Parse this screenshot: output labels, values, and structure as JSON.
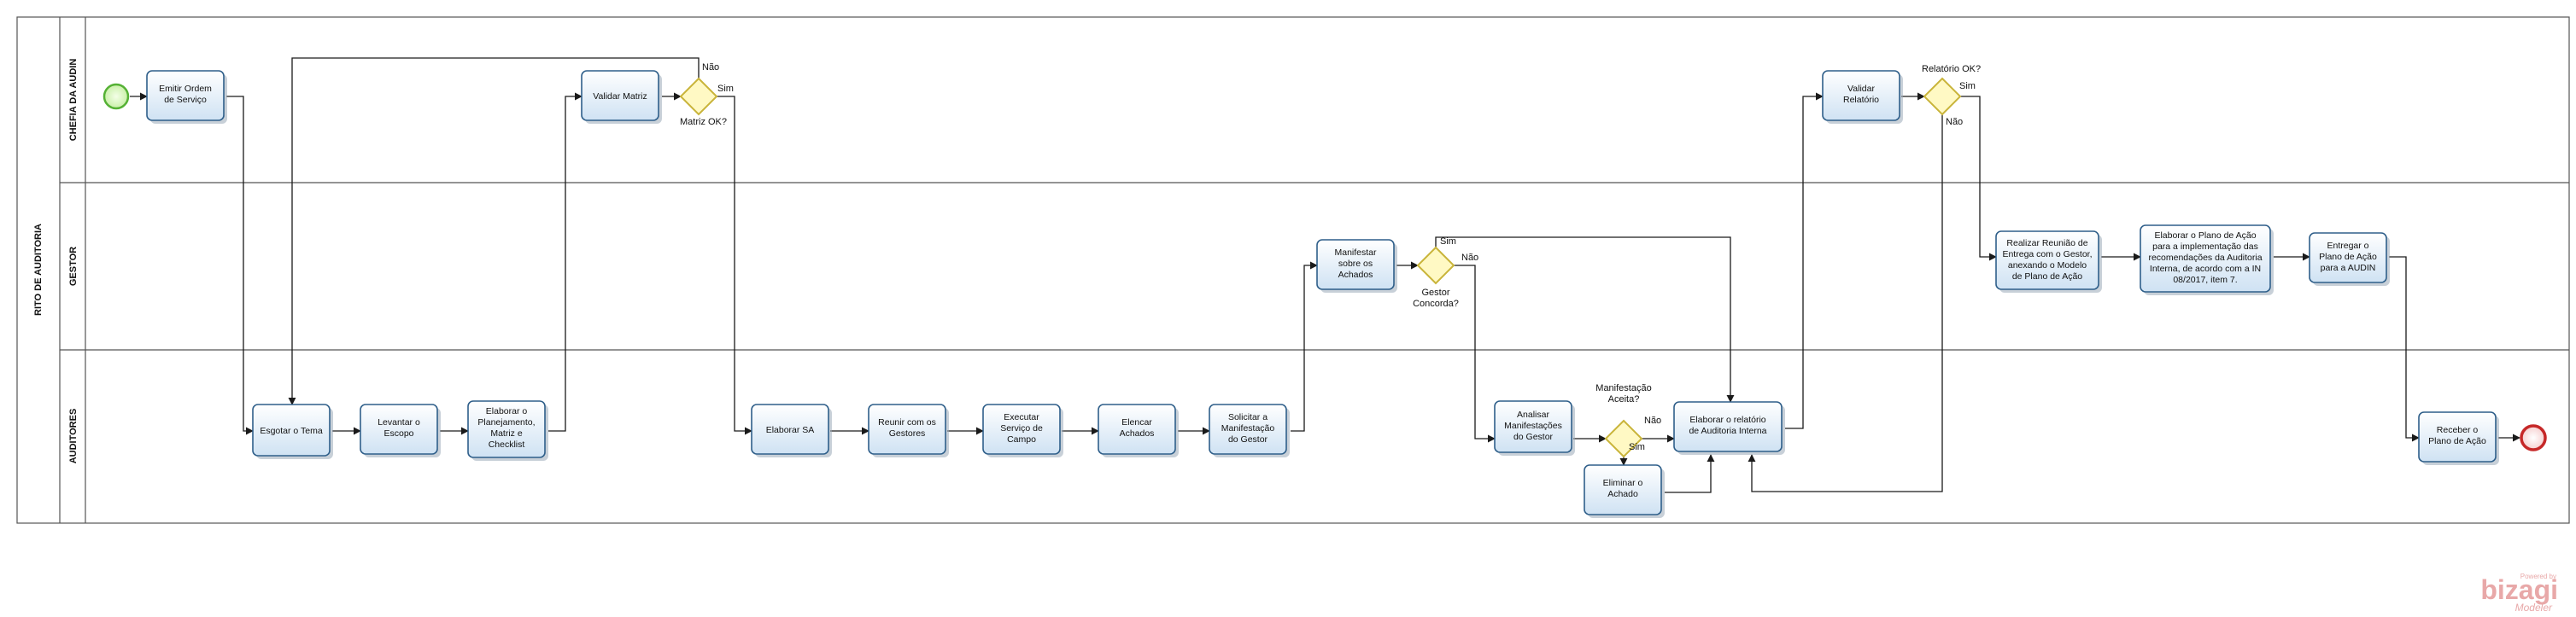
{
  "pool": {
    "title": "RITO DE AUDITORIA"
  },
  "lanes": {
    "chefia": "CHEFIA DA AUDIN",
    "gestor": "GESTOR",
    "auditores": "AUDITORES"
  },
  "tasks": {
    "emitir": [
      "Emitir Ordem",
      "de Serviço"
    ],
    "validar_matriz": [
      "Validar Matriz"
    ],
    "validar_relatorio": [
      "Validar",
      "Relatório"
    ],
    "manifestar": [
      "Manifestar",
      "sobre os",
      "Achados"
    ],
    "reuniao_entrega": [
      "Realizar Reunião de",
      "Entrega com o Gestor,",
      "anexando o Modelo",
      "de Plano de Ação"
    ],
    "elaborar_plano": [
      "Elaborar o Plano de Ação",
      "para a implementação das",
      "recomendações da Auditoria",
      "Interna, de acordo com a IN",
      "08/2017, item 7."
    ],
    "entregar_plano": [
      "Entregar o",
      "Plano de Ação",
      "para a AUDIN"
    ],
    "esgotar": [
      "Esgotar o Tema"
    ],
    "levantar": [
      "Levantar o",
      "Escopo"
    ],
    "elaborar_planejamento": [
      "Elaborar o",
      "Planejamento,",
      "Matriz e",
      "Checklist"
    ],
    "elaborar_sa": [
      "Elaborar  SA"
    ],
    "reunir": [
      "Reunir com os",
      "Gestores"
    ],
    "executar": [
      "Executar",
      "Serviço de",
      "Campo"
    ],
    "elencar": [
      "Elencar",
      "Achados"
    ],
    "solicitar": [
      "Solicitar  a",
      "Manifestação",
      "do Gestor"
    ],
    "analisar": [
      "Analisar",
      "Manifestações",
      "do Gestor"
    ],
    "elaborar_relatorio": [
      "Elaborar  o relatório",
      "de Auditoria  Interna"
    ],
    "eliminar": [
      "Eliminar o",
      "Achado"
    ],
    "receber": [
      "Receber o",
      "Plano de Ação"
    ]
  },
  "gateways": {
    "matriz_ok": "Matriz OK?",
    "relatorio_ok": "Relatório OK?",
    "gestor_concorda": [
      "Gestor",
      "Concorda?"
    ],
    "manifestacao_aceita": [
      "Manifestação",
      "Aceita?"
    ]
  },
  "flow_labels": {
    "sim": "Sim",
    "nao": "Não"
  },
  "watermark": {
    "top": "Powered by",
    "brand": "bizagi",
    "bottom": "Modeler"
  },
  "colors": {
    "task_fill_top": "#ffffff",
    "task_fill_bottom": "#cfe2f3",
    "task_stroke": "#2f5f8a",
    "start_event": "#9be07a",
    "end_event": "#d44444",
    "gateway_fill": "#fff9c4",
    "gateway_stroke": "#c9b43a"
  }
}
